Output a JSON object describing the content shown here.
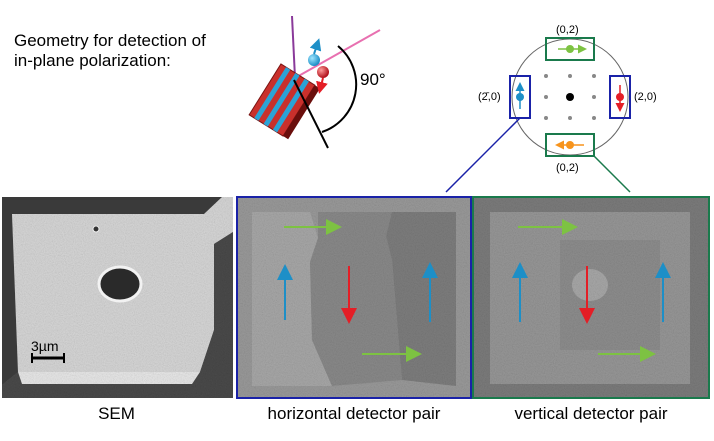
{
  "title": "Geometry for detection of in-plane polarization:",
  "title_lines": [
    "Geometry for detection of",
    "in-plane polarization:"
  ],
  "angle_label": "90°",
  "reciprocal_labels": {
    "top": "(0,2)",
    "bottom": "(0,2)",
    "left": "(2̄,0)",
    "right": "(2,0)"
  },
  "panels": {
    "sem": {
      "label": "SEM",
      "scale_bar": "3µm"
    },
    "horizontal": {
      "label": "horizontal detector pair"
    },
    "vertical": {
      "label": "vertical detector pair"
    }
  },
  "colors": {
    "green": "#7dc242",
    "red": "#e41e26",
    "blue": "#1d8fc7",
    "orange": "#f7941d",
    "frame_blue": "#1a22a8",
    "frame_green": "#1a7a4c",
    "pink": "#e870b0",
    "purple": "#8a3a9a"
  }
}
